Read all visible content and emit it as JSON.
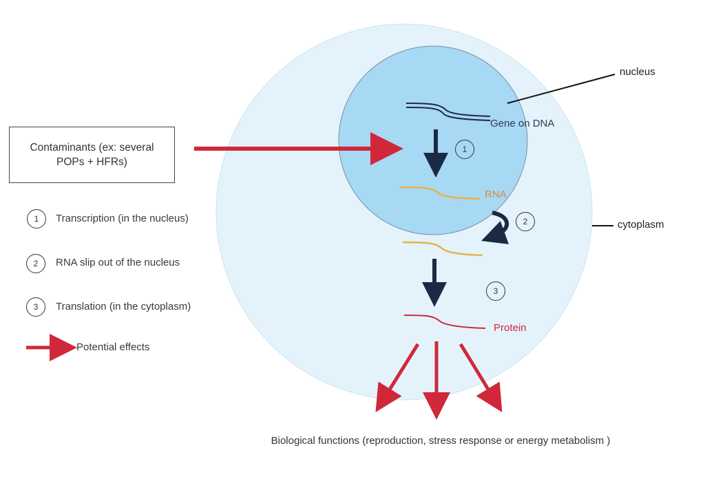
{
  "contaminants_box": {
    "label": "Contaminants (ex: several POPs + HFRs)"
  },
  "legend": {
    "items": [
      {
        "num": "1",
        "label": "Transcription (in the nucleus)"
      },
      {
        "num": "2",
        "label": "RNA slip out of the nucleus"
      },
      {
        "num": "3",
        "label": "Translation (in the cytoplasm)"
      }
    ],
    "effects_label": "Potential effects"
  },
  "cell": {
    "nucleus_label": "nucleus",
    "cytoplasm_label": "cytoplasm",
    "gene_label": "Gene on DNA",
    "rna_label": "RNA",
    "protein_label": "Protein",
    "step_numbers": [
      "1",
      "2",
      "3"
    ]
  },
  "bottom_label": "Biological functions (reproduction, stress response or energy metabolism )",
  "colors": {
    "cytoplasm": "#e4f3fb",
    "nucleus": "#a7d8f4",
    "dna": "#1b2a44",
    "rna": "#e8b347",
    "protein": "#d0283a",
    "effect_arrow": "#d0283a",
    "step_arrow": "#1b2a44",
    "rna_text": "#e08a3a",
    "protein_text": "#d0283a"
  }
}
